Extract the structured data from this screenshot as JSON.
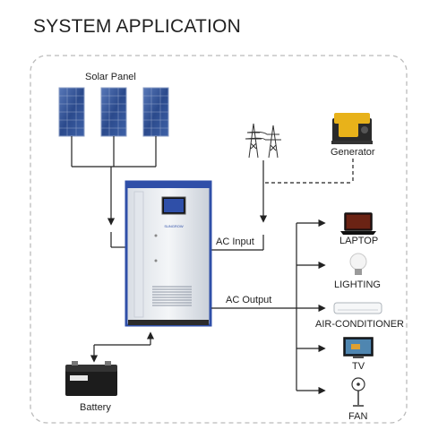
{
  "title": "SYSTEM APPLICATION",
  "labels": {
    "solar_panel": "Solar Panel",
    "generator": "Generator",
    "ac_input": "AC Input",
    "ac_output": "AC Output",
    "battery": "Battery",
    "inverter_brand": "SUNGROW"
  },
  "loads": [
    {
      "label": "LAPTOP",
      "icon": "laptop-icon"
    },
    {
      "label": "LIGHTING",
      "icon": "light-bulb-icon"
    },
    {
      "label": "AIR-CONDITIONER",
      "icon": "air-conditioner-icon"
    },
    {
      "label": "TV",
      "icon": "tv-icon"
    },
    {
      "label": "FAN",
      "icon": "fan-icon"
    }
  ],
  "colors": {
    "line": "#222222",
    "dash_border": "#bbbbbb",
    "cabinet_frame": "#2f4fa8",
    "panel_blue": "#2b4a8c"
  }
}
